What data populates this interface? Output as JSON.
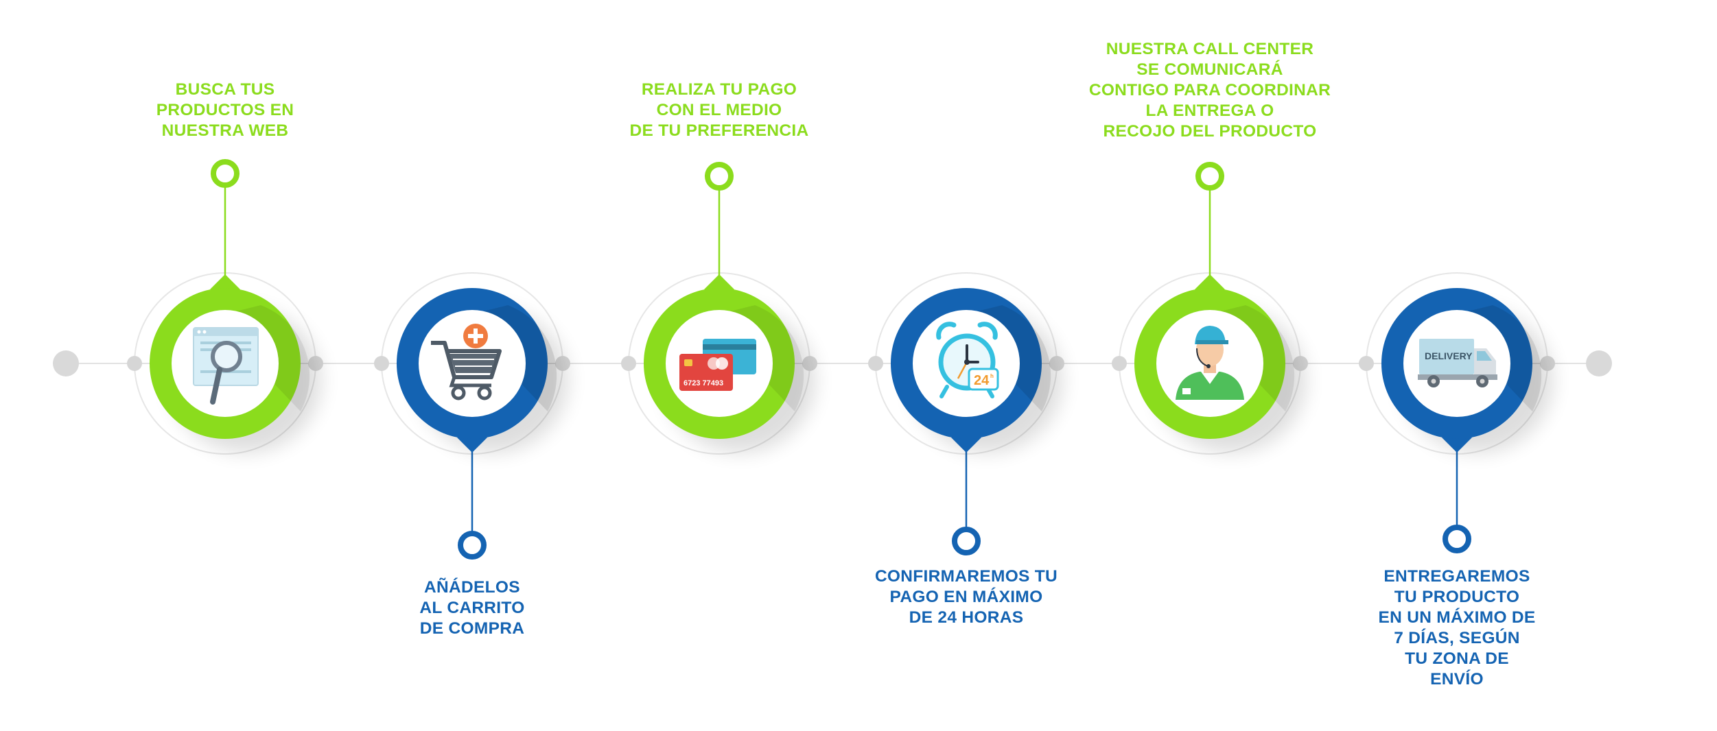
{
  "colors": {
    "green": "#8bdc1d",
    "blue": "#1463b2",
    "line": "#dcdcdc",
    "dot": "#d6d6d6"
  },
  "steps": [
    {
      "text": "BUSCA TUS\nPRODUCTOS EN\nNUESTRA WEB",
      "color": "green",
      "icon": "search-web-icon"
    },
    {
      "text": "AÑÁDELOS\nAL CARRITO\nDE COMPRA",
      "color": "blue",
      "icon": "shopping-cart-add-icon"
    },
    {
      "text": "REALIZA TU PAGO\nCON EL MEDIO\nDE TU PREFERENCIA",
      "color": "green",
      "icon": "credit-card-icon",
      "card_number": "6723  77493"
    },
    {
      "text": "CONFIRMAREMOS TU\nPAGO EN MÁXIMO\nDE 24 HORAS",
      "color": "blue",
      "icon": "alarm-clock-24h-icon",
      "badge": "24"
    },
    {
      "text": "NUESTRA CALL CENTER\nSE COMUNICARÁ\nCONTIGO PARA COORDINAR\nLA ENTREGA O\nRECOJO DEL PRODUCTO",
      "color": "green",
      "icon": "call-center-agent-icon"
    },
    {
      "text": "ENTREGAREMOS\nTU PRODUCTO\nEN UN MÁXIMO DE\n7 DÍAS, SEGÚN\nTU ZONA DE\nENVÍO",
      "color": "blue",
      "icon": "delivery-truck-icon",
      "truck_label": "DELIVERY"
    }
  ]
}
